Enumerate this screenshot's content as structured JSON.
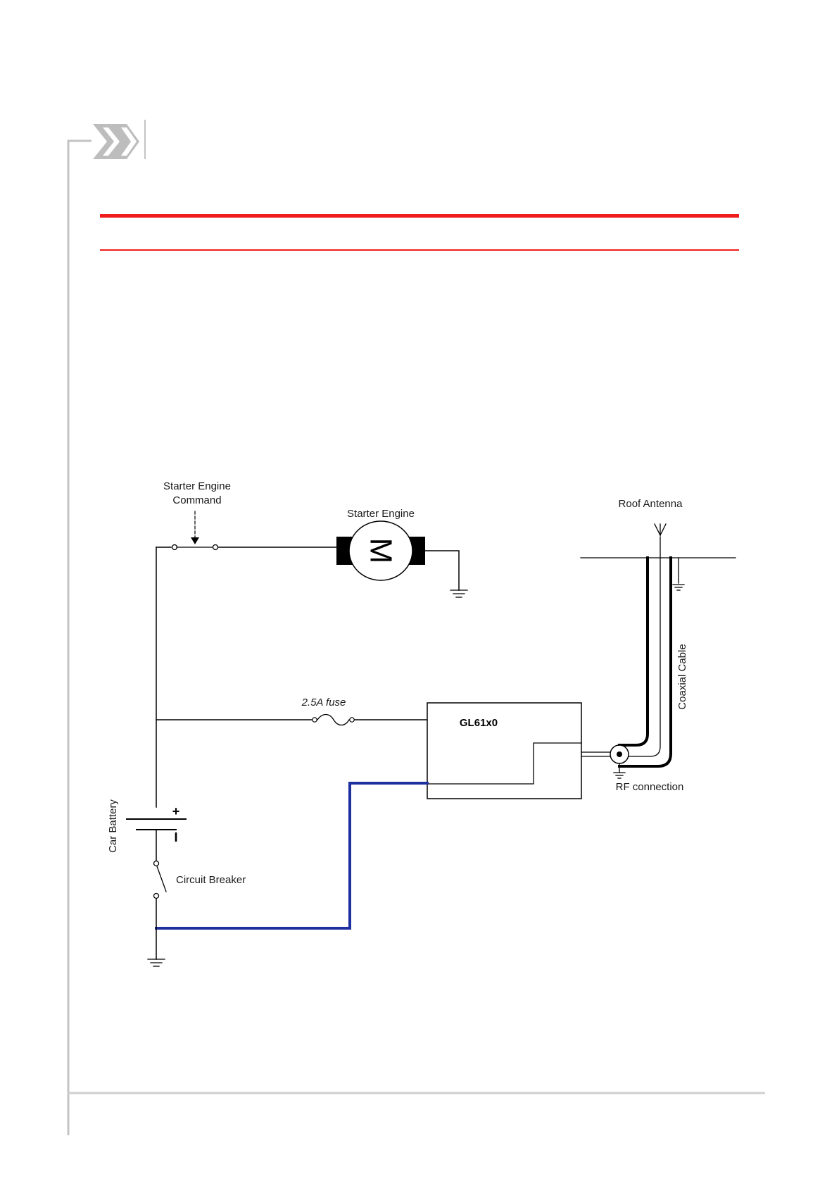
{
  "colors": {
    "accent_red": "#ef1c1c",
    "frame_gray": "#c4c4c4",
    "wire_black": "#000000",
    "ground_wire_blue": "#1e2f9e"
  },
  "header": {
    "icon": "double-chevron-right-icon"
  },
  "diagram": {
    "labels": {
      "starter_command_line1": "Starter Engine",
      "starter_command_line2": "Command",
      "starter_engine": "Starter Engine",
      "motor_symbol": "M",
      "roof_antenna": "Roof Antenna",
      "coaxial_cable": "Coaxial Cable",
      "fuse": "2.5A fuse",
      "module": "GL61x0",
      "rf_connection": "RF connection",
      "car_battery": "Car Battery",
      "battery_plus": "+",
      "battery_minus": "I",
      "circuit_breaker": "Circuit Breaker"
    }
  }
}
